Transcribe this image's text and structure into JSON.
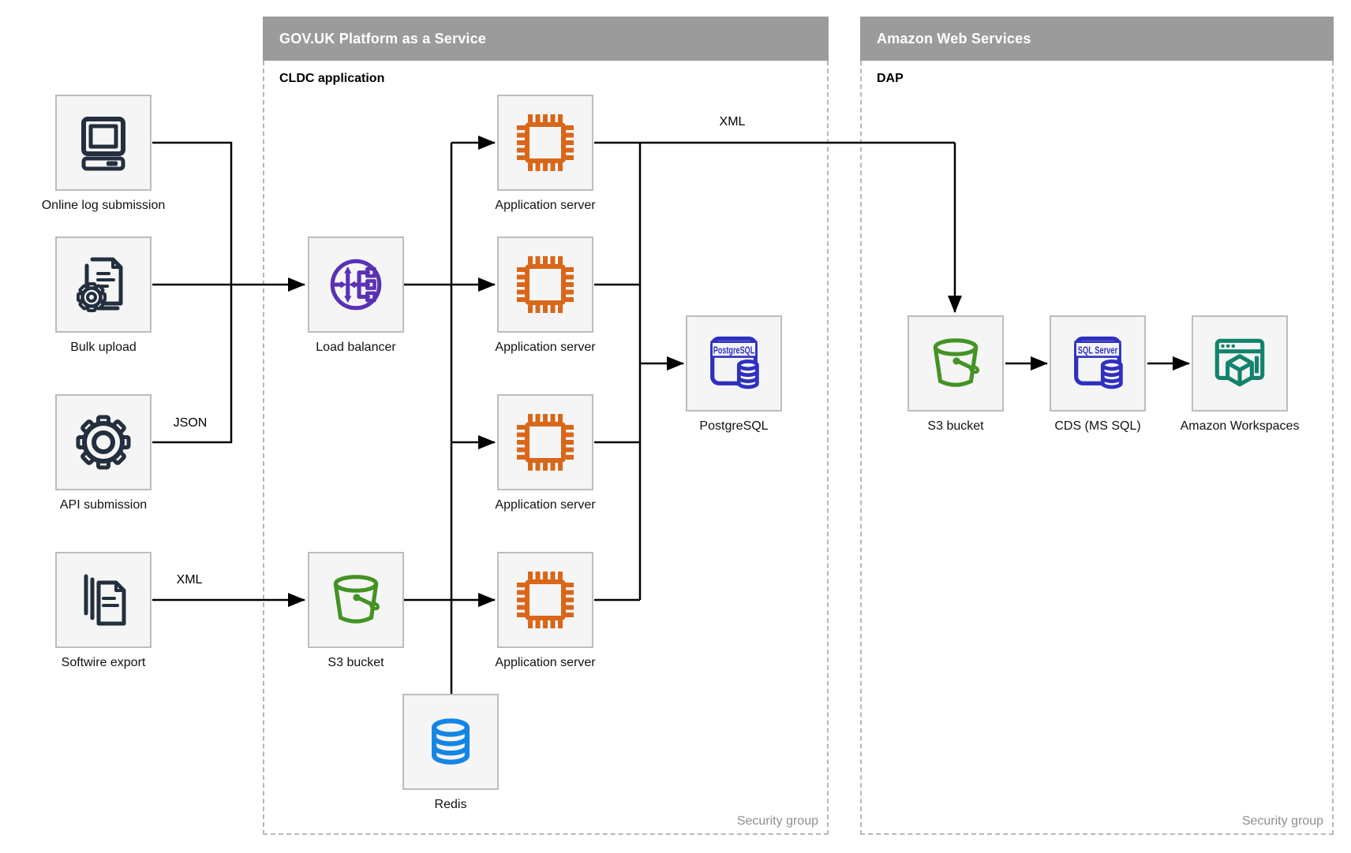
{
  "panels": [
    {
      "title": "GOV.UK Platform as a Service",
      "sublabel": "CLDC application",
      "footer": "Security group"
    },
    {
      "title": "Amazon Web Services",
      "sublabel": "DAP",
      "footer": "Security group"
    }
  ],
  "nodes": [
    {
      "id": "online-log-submission",
      "label": "Online log submission"
    },
    {
      "id": "bulk-upload",
      "label": "Bulk upload"
    },
    {
      "id": "api-submission",
      "label": "API submission"
    },
    {
      "id": "softwire-export",
      "label": "Softwire export"
    },
    {
      "id": "load-balancer",
      "label": "Load balancer"
    },
    {
      "id": "s3-bucket-paas",
      "label": "S3 bucket"
    },
    {
      "id": "application-server-1",
      "label": "Application server"
    },
    {
      "id": "application-server-2",
      "label": "Application server"
    },
    {
      "id": "application-server-3",
      "label": "Application server"
    },
    {
      "id": "application-server-4",
      "label": "Application server"
    },
    {
      "id": "postgresql",
      "label": "PostgreSQL"
    },
    {
      "id": "redis",
      "label": "Redis"
    },
    {
      "id": "s3-bucket-aws",
      "label": "S3 bucket"
    },
    {
      "id": "cds-ms-sql",
      "label": "CDS (MS SQL)"
    },
    {
      "id": "amazon-workspaces",
      "label": "Amazon Workspaces"
    }
  ],
  "edge_labels": {
    "json": "JSON",
    "xml_to_aws": "XML",
    "xml_from_softwire": "XML"
  },
  "icon_texts": {
    "postgresql": "PostgreSQL",
    "sql_server": "SQL Server"
  },
  "colors": {
    "header_bg": "#9B9B9B",
    "panel_border": "#B7B7B7",
    "node_bg": "#F5F5F5",
    "node_border": "#BDBDBD",
    "navy": "#232F3E",
    "orange": "#D9671A",
    "purple": "#5A31B5",
    "green": "#449324",
    "indigo": "#2F30C0",
    "redis_blue": "#1585E5",
    "teal": "#12836C",
    "line": "#000000",
    "footer_text": "#8F8F8F"
  }
}
